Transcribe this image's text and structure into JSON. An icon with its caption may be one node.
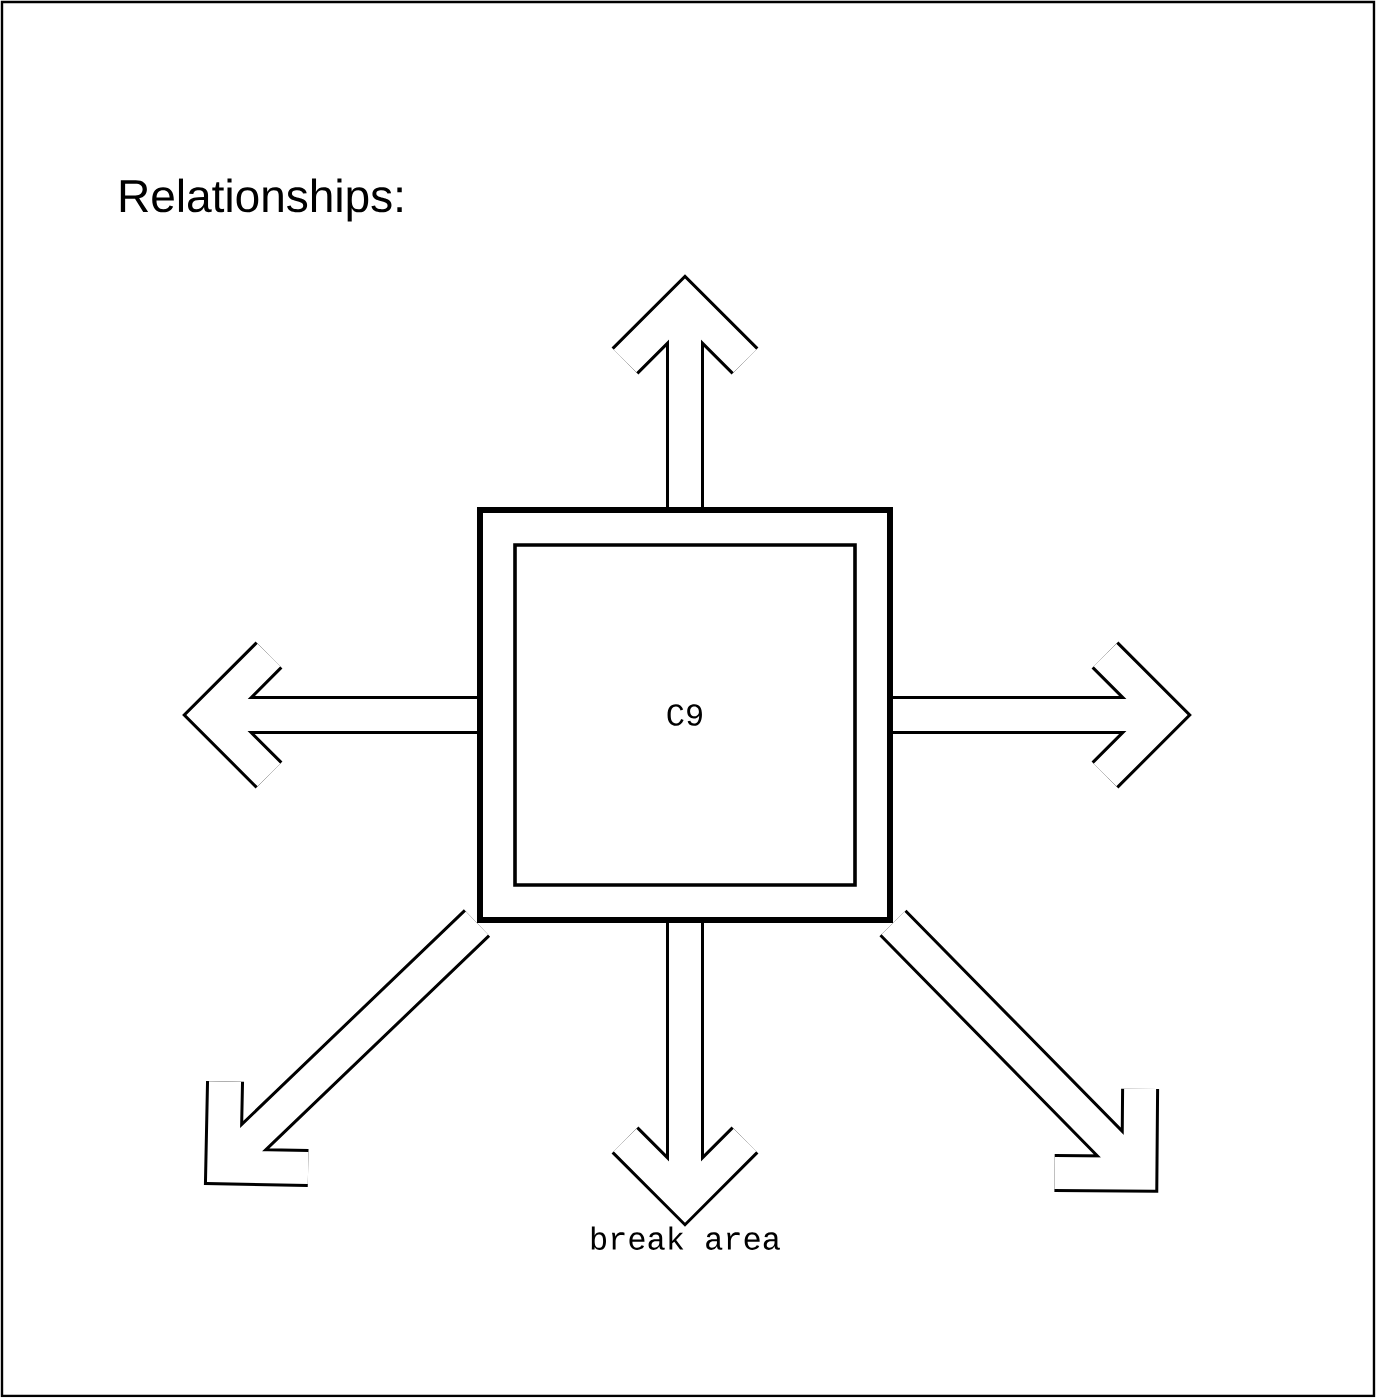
{
  "diagram": {
    "title": "Relationships:",
    "nodes": [
      {
        "text": [
          "C9"
        ]
      },
      {
        "text": [
          "break area"
        ]
      }
    ],
    "edges": [
      {
        "from": 0,
        "to": null,
        "arrow": "to"
      },
      {
        "from": 0,
        "to": null,
        "arrow": "to"
      },
      {
        "from": 0,
        "to": null,
        "arrow": "to"
      },
      {
        "from": 0,
        "to": null,
        "arrow": "to"
      },
      {
        "from": 0,
        "to": 1,
        "arrow": "to"
      },
      {
        "from": 0,
        "to": null,
        "arrow": "to"
      }
    ]
  }
}
